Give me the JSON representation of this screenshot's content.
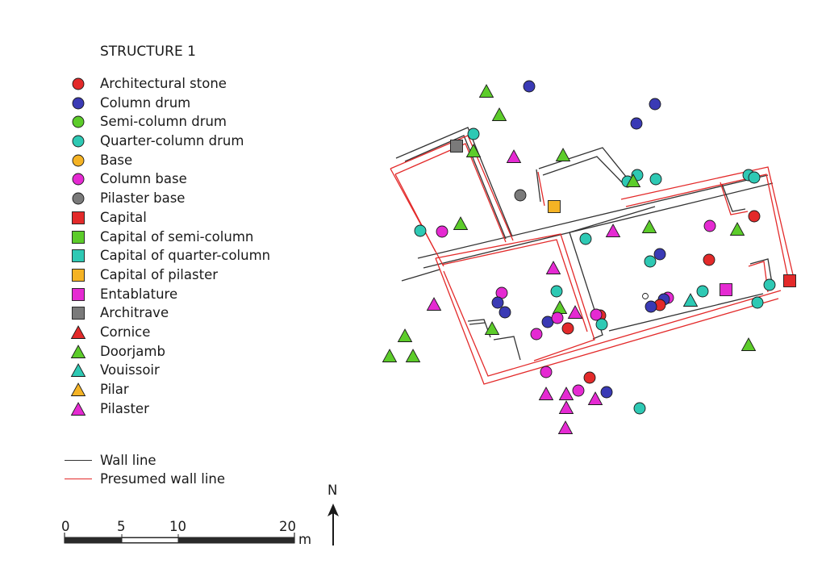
{
  "legend": {
    "title": "STRUCTURE 1",
    "items": [
      {
        "label": "Architectural stone",
        "shape": "circle",
        "color": "#e32a2a",
        "icon": "red-circle-icon"
      },
      {
        "label": "Column drum",
        "shape": "circle",
        "color": "#3a3ab5",
        "icon": "blue-circle-icon"
      },
      {
        "label": "Semi-column drum",
        "shape": "circle",
        "color": "#5ccc2a",
        "icon": "green-circle-icon"
      },
      {
        "label": "Quarter-column drum",
        "shape": "circle",
        "color": "#2ec9b4",
        "icon": "teal-circle-icon"
      },
      {
        "label": "Base",
        "shape": "circle",
        "color": "#f5b324",
        "icon": "orange-circle-icon"
      },
      {
        "label": "Column base",
        "shape": "circle",
        "color": "#e52ad2",
        "icon": "magenta-circle-icon"
      },
      {
        "label": "Pilaster base",
        "shape": "circle",
        "color": "#7a7a7a",
        "icon": "gray-circle-icon"
      },
      {
        "label": "Capital",
        "shape": "square",
        "color": "#e32a2a",
        "icon": "red-square-icon"
      },
      {
        "label": "Capital of semi-column",
        "shape": "square",
        "color": "#5ccc2a",
        "icon": "green-square-icon"
      },
      {
        "label": "Capital of quarter-column",
        "shape": "square",
        "color": "#2ec9b4",
        "icon": "teal-square-icon"
      },
      {
        "label": "Capital of pilaster",
        "shape": "square",
        "color": "#f5b324",
        "icon": "orange-square-icon"
      },
      {
        "label": "Entablature",
        "shape": "square",
        "color": "#e52ad2",
        "icon": "magenta-square-icon"
      },
      {
        "label": "Architrave",
        "shape": "square",
        "color": "#7a7a7a",
        "icon": "gray-square-icon"
      },
      {
        "label": "Cornice",
        "shape": "triangle",
        "color": "#e32a2a",
        "icon": "red-triangle-icon"
      },
      {
        "label": "Doorjamb",
        "shape": "triangle",
        "color": "#5ccc2a",
        "icon": "green-triangle-icon"
      },
      {
        "label": "Vouissoir",
        "shape": "triangle",
        "color": "#2ec9b4",
        "icon": "teal-triangle-icon"
      },
      {
        "label": "Pilar",
        "shape": "triangle",
        "color": "#f5b324",
        "icon": "orange-triangle-icon"
      },
      {
        "label": "Pilaster",
        "shape": "triangle",
        "color": "#e52ad2",
        "icon": "magenta-triangle-icon"
      }
    ],
    "lines": [
      {
        "label": "Wall line",
        "color": "#333333"
      },
      {
        "label": "Presumed wall line",
        "color": "#e32a2a"
      }
    ]
  },
  "scale_bar": {
    "ticks": [
      "0",
      "5",
      "10",
      "20"
    ],
    "unit": "m"
  },
  "north_arrow": {
    "label": "N"
  }
}
